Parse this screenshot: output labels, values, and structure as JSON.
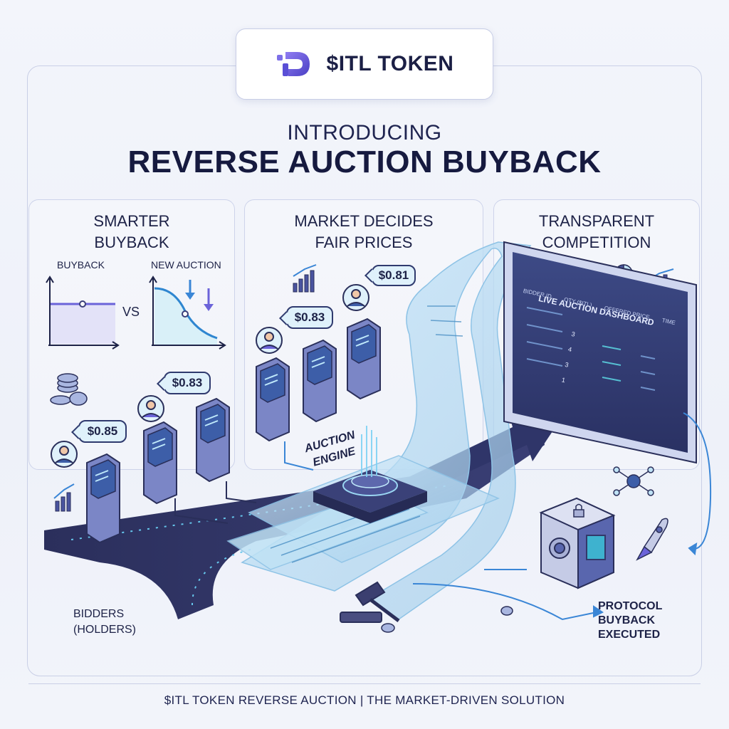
{
  "header": {
    "brand": "$ITL TOKEN",
    "intro": "INTRODUCING",
    "headline": "REVERSE AUCTION BUYBACK"
  },
  "panels": [
    {
      "title_line1": "SMARTER",
      "title_line2": "BUYBACK"
    },
    {
      "title_line1": "MARKET DECIDES",
      "title_line2": "FAIR PRICES"
    },
    {
      "title_line1": "TRANSPARENT",
      "title_line2": "COMPETITION"
    }
  ],
  "comparison": {
    "left_label": "BUYBACK",
    "right_label": "NEW AUCTION",
    "vs": "VS"
  },
  "bids": [
    "$0.85",
    "$0.83",
    "$0.83",
    "$0.81"
  ],
  "engine_label_line1": "AUCTION",
  "engine_label_line2": "ENGINE",
  "dashboard": {
    "title": "LIVE AUCTION DASHBOARD",
    "columns": [
      "BIDDER ID",
      "QTY ($ITL)",
      "OFFERED PRICE",
      "TIME"
    ],
    "qty_values": [
      "3",
      "4",
      "3",
      "1"
    ]
  },
  "bidders_line1": "BIDDERS",
  "bidders_line2": "(HOLDERS)",
  "executed": [
    "PROTOCOL",
    "BUYBACK",
    "EXECUTED"
  ],
  "footer": "$ITL TOKEN REVERSE AUCTION | THE MARKET-DRIVEN SOLUTION",
  "colors": {
    "navy": "#1d2247",
    "accent_purple": "#6b63d9",
    "accent_blue": "#3a86d6",
    "glass": "#a9d8f0"
  }
}
